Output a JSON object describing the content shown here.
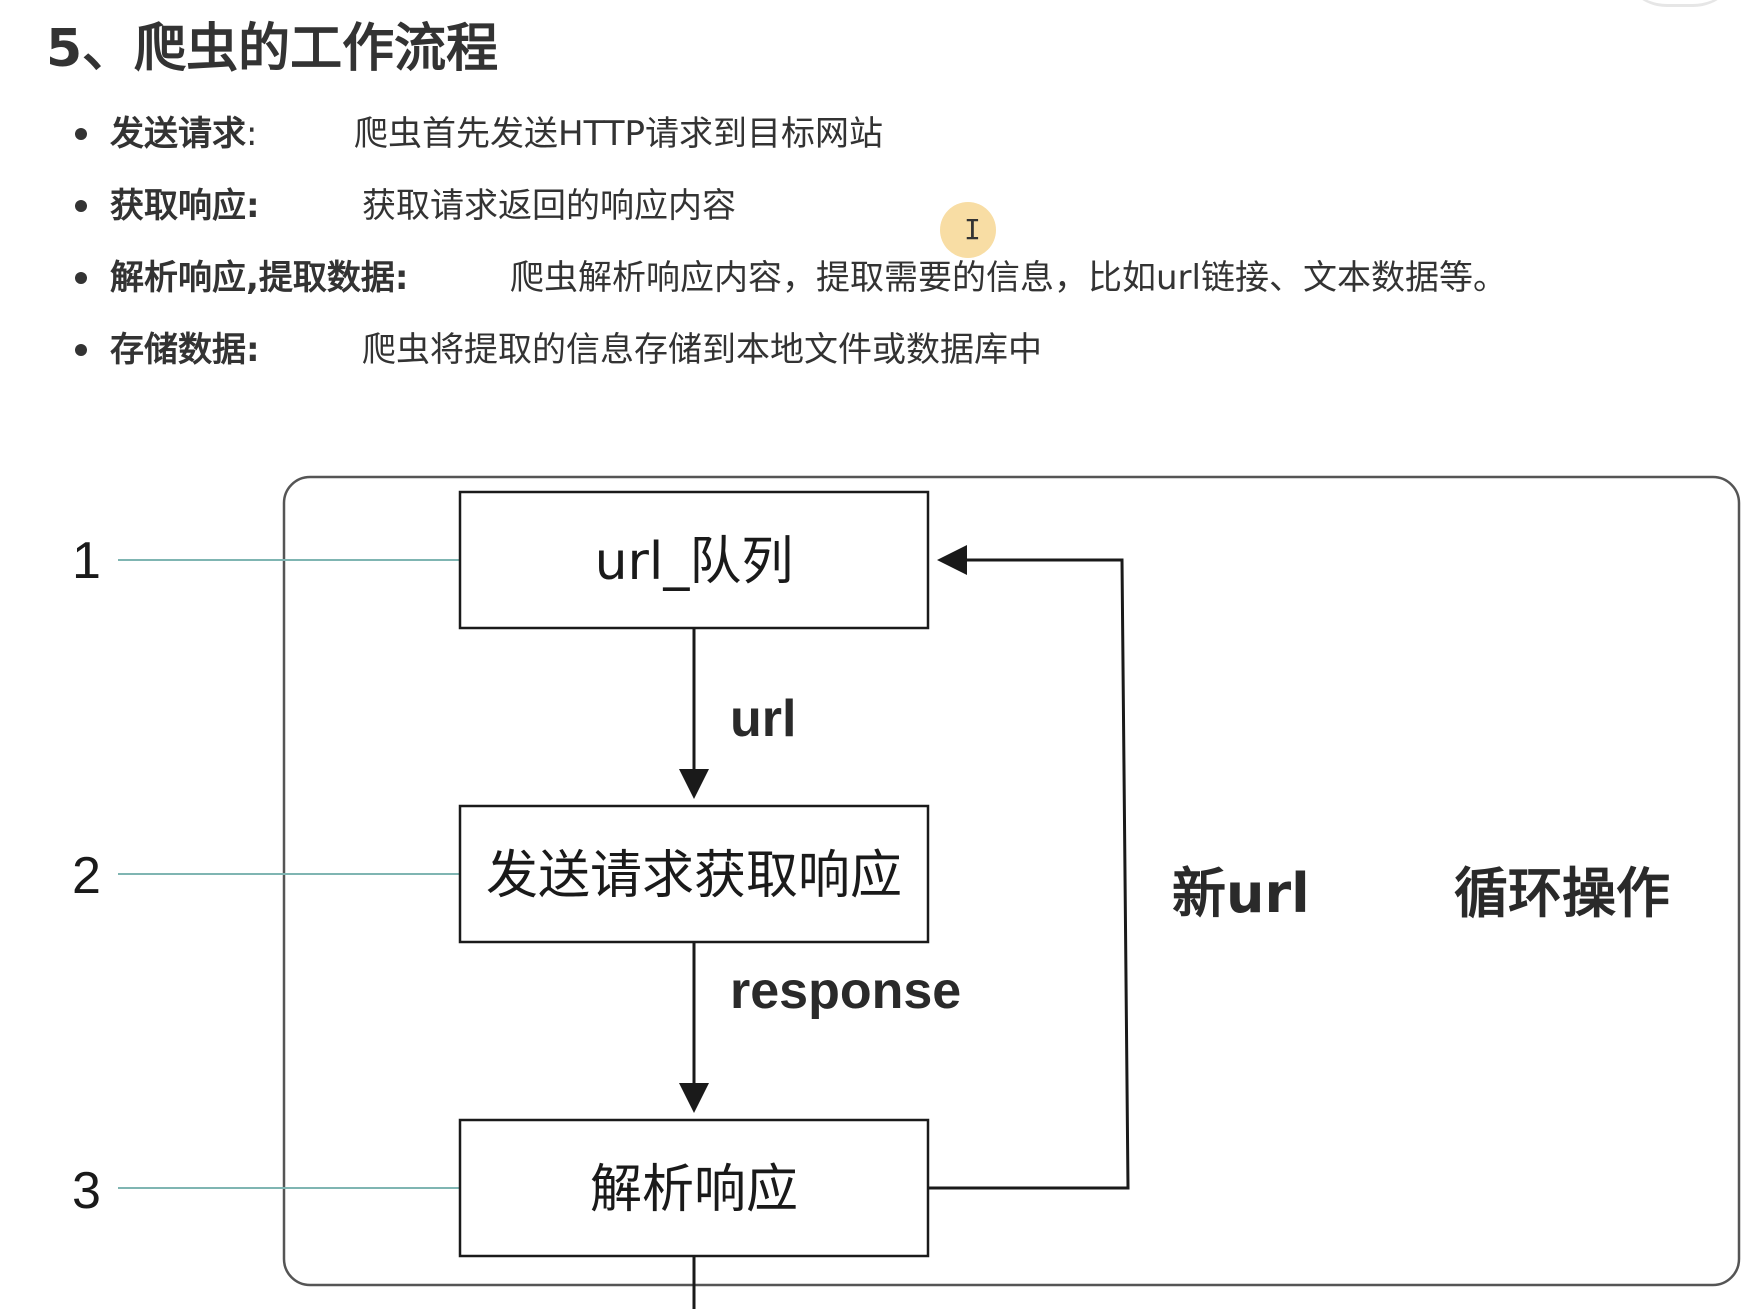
{
  "heading": "5、爬虫的工作流程",
  "bullets": [
    {
      "term": "发送请求",
      "separator": ":",
      "text": "爬虫首先发送HTTP请求到目标网站"
    },
    {
      "term": "获取响应:",
      "separator": "",
      "text": "获取请求返回的响应内容"
    },
    {
      "term": "解析响应,提取数据:",
      "separator": "",
      "text": "爬虫解析响应内容，提取需要的信息，比如url链接、文本数据等。"
    },
    {
      "term": "存储数据:",
      "separator": "",
      "text": "爬虫将提取的信息存储到本地文件或数据库中"
    }
  ],
  "cursor_glyph": "I",
  "diagram": {
    "steps": [
      {
        "number": "1",
        "label": "url_队列"
      },
      {
        "number": "2",
        "label": "发送请求获取响应"
      },
      {
        "number": "3",
        "label": "解析响应"
      }
    ],
    "edges": {
      "queue_to_request": "url",
      "request_to_parse": "response",
      "parse_to_queue": "新url"
    },
    "loop_label": "循环操作",
    "colors": {
      "step_pointer_line": "#7fb5b2",
      "stroke": "#1a1a1a",
      "frame": "#555555"
    }
  }
}
